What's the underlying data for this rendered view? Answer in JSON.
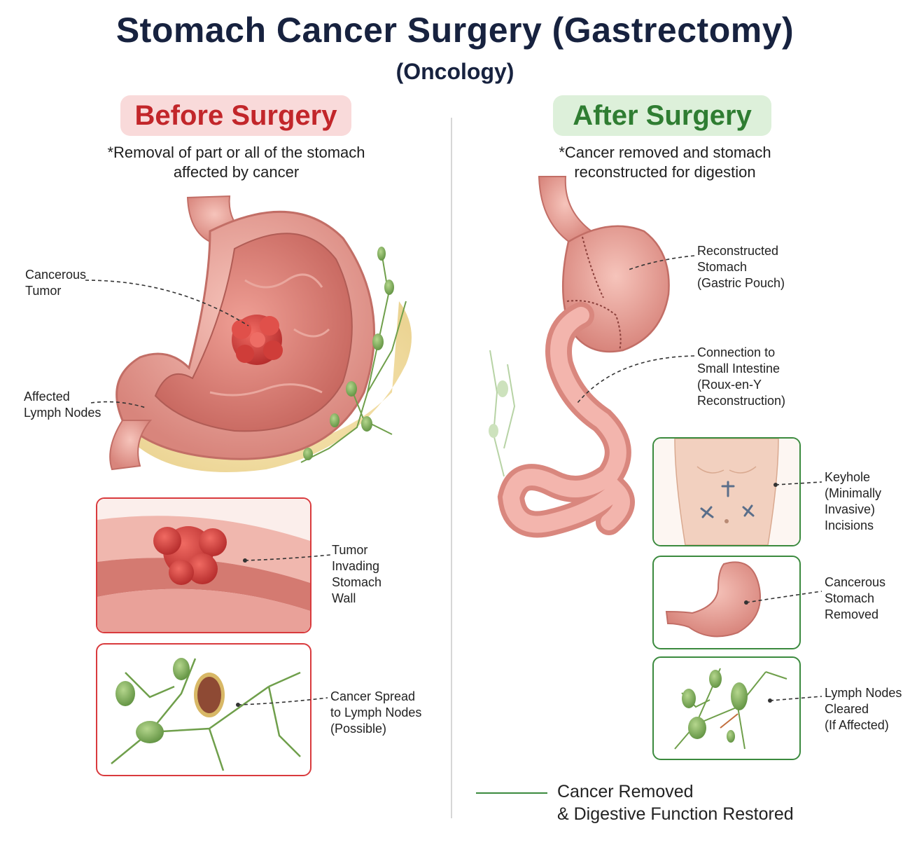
{
  "title": "Stomach Cancer Surgery (Gastrectomy)",
  "subtitle": "(Oncology)",
  "before": {
    "heading": "Before Surgery",
    "description": "*Removal of part or all of the stomach affected by cancer",
    "labels": {
      "tumor": "Cancerous\nTumor",
      "lymph": "Affected\nLymph Nodes",
      "wall": "Tumor\nInvading\nStomach\nWall",
      "spread": "Cancer Spread\nto Lymph Nodes\n(Possible)"
    }
  },
  "after": {
    "heading": "After Surgery",
    "description": "*Cancer removed and stomach reconstructed for digestion",
    "labels": {
      "pouch": "Reconstructed\nStomach\n(Gastric Pouch)",
      "connection": "Connection to\nSmall Intestine\n(Roux-en-Y\nReconstruction)",
      "keyhole": "Keyhole\n(Minimally\nInvasive)\nIncisions",
      "removed": "Cancerous\nStomach\nRemoved",
      "cleared": "Lymph Nodes\nCleared\n(If Affected)"
    }
  },
  "legend": "Cancer Removed\n& Digestive Function Restored",
  "colors": {
    "title": "#17223f",
    "before_accent": "#c2262a",
    "after_accent": "#2f7d32",
    "tissue": "#e8938a",
    "tumor": "#d9413f",
    "lymph_node": "#7fae5a"
  }
}
